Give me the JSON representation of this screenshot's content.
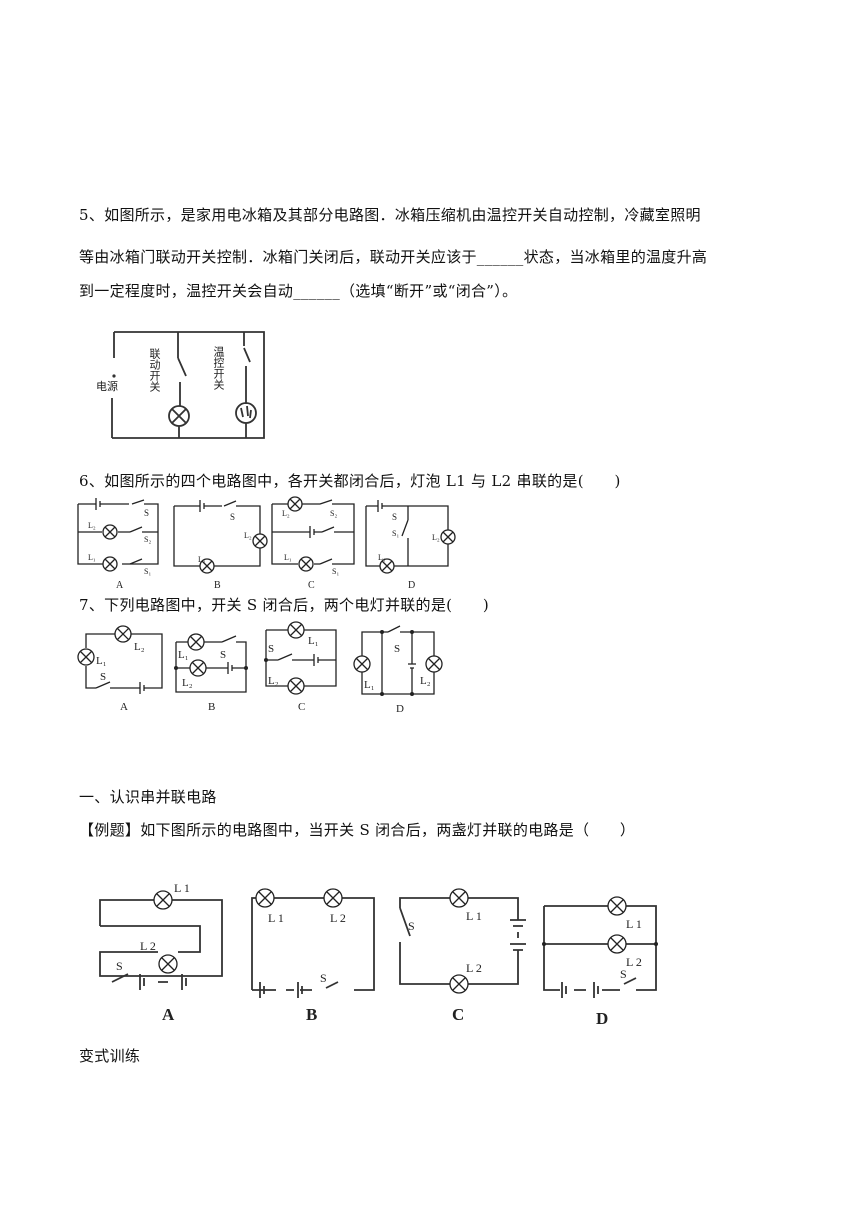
{
  "q5": {
    "line1": "5、如图所示，是家用电冰箱及其部分电路图．冰箱压缩机由温控开关自动控制，冷藏室照明",
    "line2": "等由冰箱门联动开关控制．冰箱门关闭后，联动开关应该于______状态，当冰箱里的温度升高",
    "line3": "到一定程度时，温控开关会自动______（选填“断开”或“闭合”）。",
    "fig": {
      "source": "电源",
      "link_switch": "联动开关",
      "temp_switch": "温控开关"
    }
  },
  "q6": {
    "text": "6、如图所示的四个电路图中，各开关都闭合后，灯泡 L1 与 L2 串联的是(　　)",
    "labels": [
      "A",
      "B",
      "C",
      "D"
    ],
    "S": "S",
    "S1": "S₁",
    "S2": "S₂",
    "L1": "L₁",
    "L2": "L₂"
  },
  "q7": {
    "text": "7、下列电路图中，开关 S 闭合后，两个电灯并联的是(　　)",
    "labels": [
      "A",
      "B",
      "C",
      "D"
    ],
    "S": "S",
    "L1": "L₁",
    "L2": "L₂"
  },
  "section": {
    "title": "一、认识串并联电路",
    "example": "【例题】如下图所示的电路图中，当开关 S 闭合后，两盏灯并联的电路是（　　）",
    "labels": [
      "A",
      "B",
      "C",
      "D"
    ],
    "S": "S",
    "L1": "L 1",
    "L2": "L 2"
  },
  "footer": {
    "title": "变式训练"
  }
}
